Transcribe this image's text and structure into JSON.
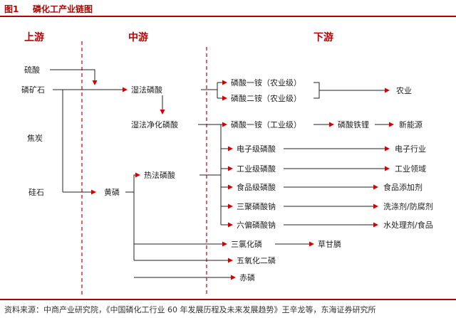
{
  "figure": {
    "number": "图1",
    "title": "磷化工产业链图",
    "source": "资料来源：中商产业研究院，《中国磷化工行业 60 年发展历程及未来发展趋势》王辛龙等，东海证券研究所"
  },
  "stages": {
    "upstream": "上游",
    "midstream": "中游",
    "downstream": "下游"
  },
  "nodes": {
    "sulfuric_acid": "硫酸",
    "phosphate_rock": "磷矿石",
    "coke": "焦炭",
    "silica": "硅石",
    "wet_phosphoric_acid": "湿法磷酸",
    "wet_purified_phosphoric_acid": "湿法净化磷酸",
    "thermal_phosphoric_acid": "热法磷酸",
    "yellow_phosphorus": "黄磷",
    "map_agri": "磷酸一铵（农业级）",
    "dap_agri": "磷酸二铵（农业级）",
    "agriculture": "农业",
    "map_industrial": "磷酸一铵（工业级）",
    "lfp": "磷酸铁锂",
    "new_energy": "新能源",
    "electronic_pa": "电子级磷酸",
    "electronics": "电子行业",
    "industrial_pa": "工业级磷酸",
    "industrial_field": "工业领域",
    "food_pa": "食品级磷酸",
    "food_additive": "食品添加剂",
    "stpp": "三聚磷酸钠",
    "detergent": "洗涤剂/防腐剂",
    "shmp": "六偏磷酸钠",
    "water_treatment": "水处理剂/食品",
    "pcl3": "三氯化磷",
    "glyphosate": "草甘膦",
    "p2o5": "五氧化二磷",
    "red_phosphorus": "赤磷"
  },
  "colors": {
    "accent": "#b40000",
    "stage_text": "#c00000",
    "arrow": "#d40000",
    "line": "#222222"
  }
}
